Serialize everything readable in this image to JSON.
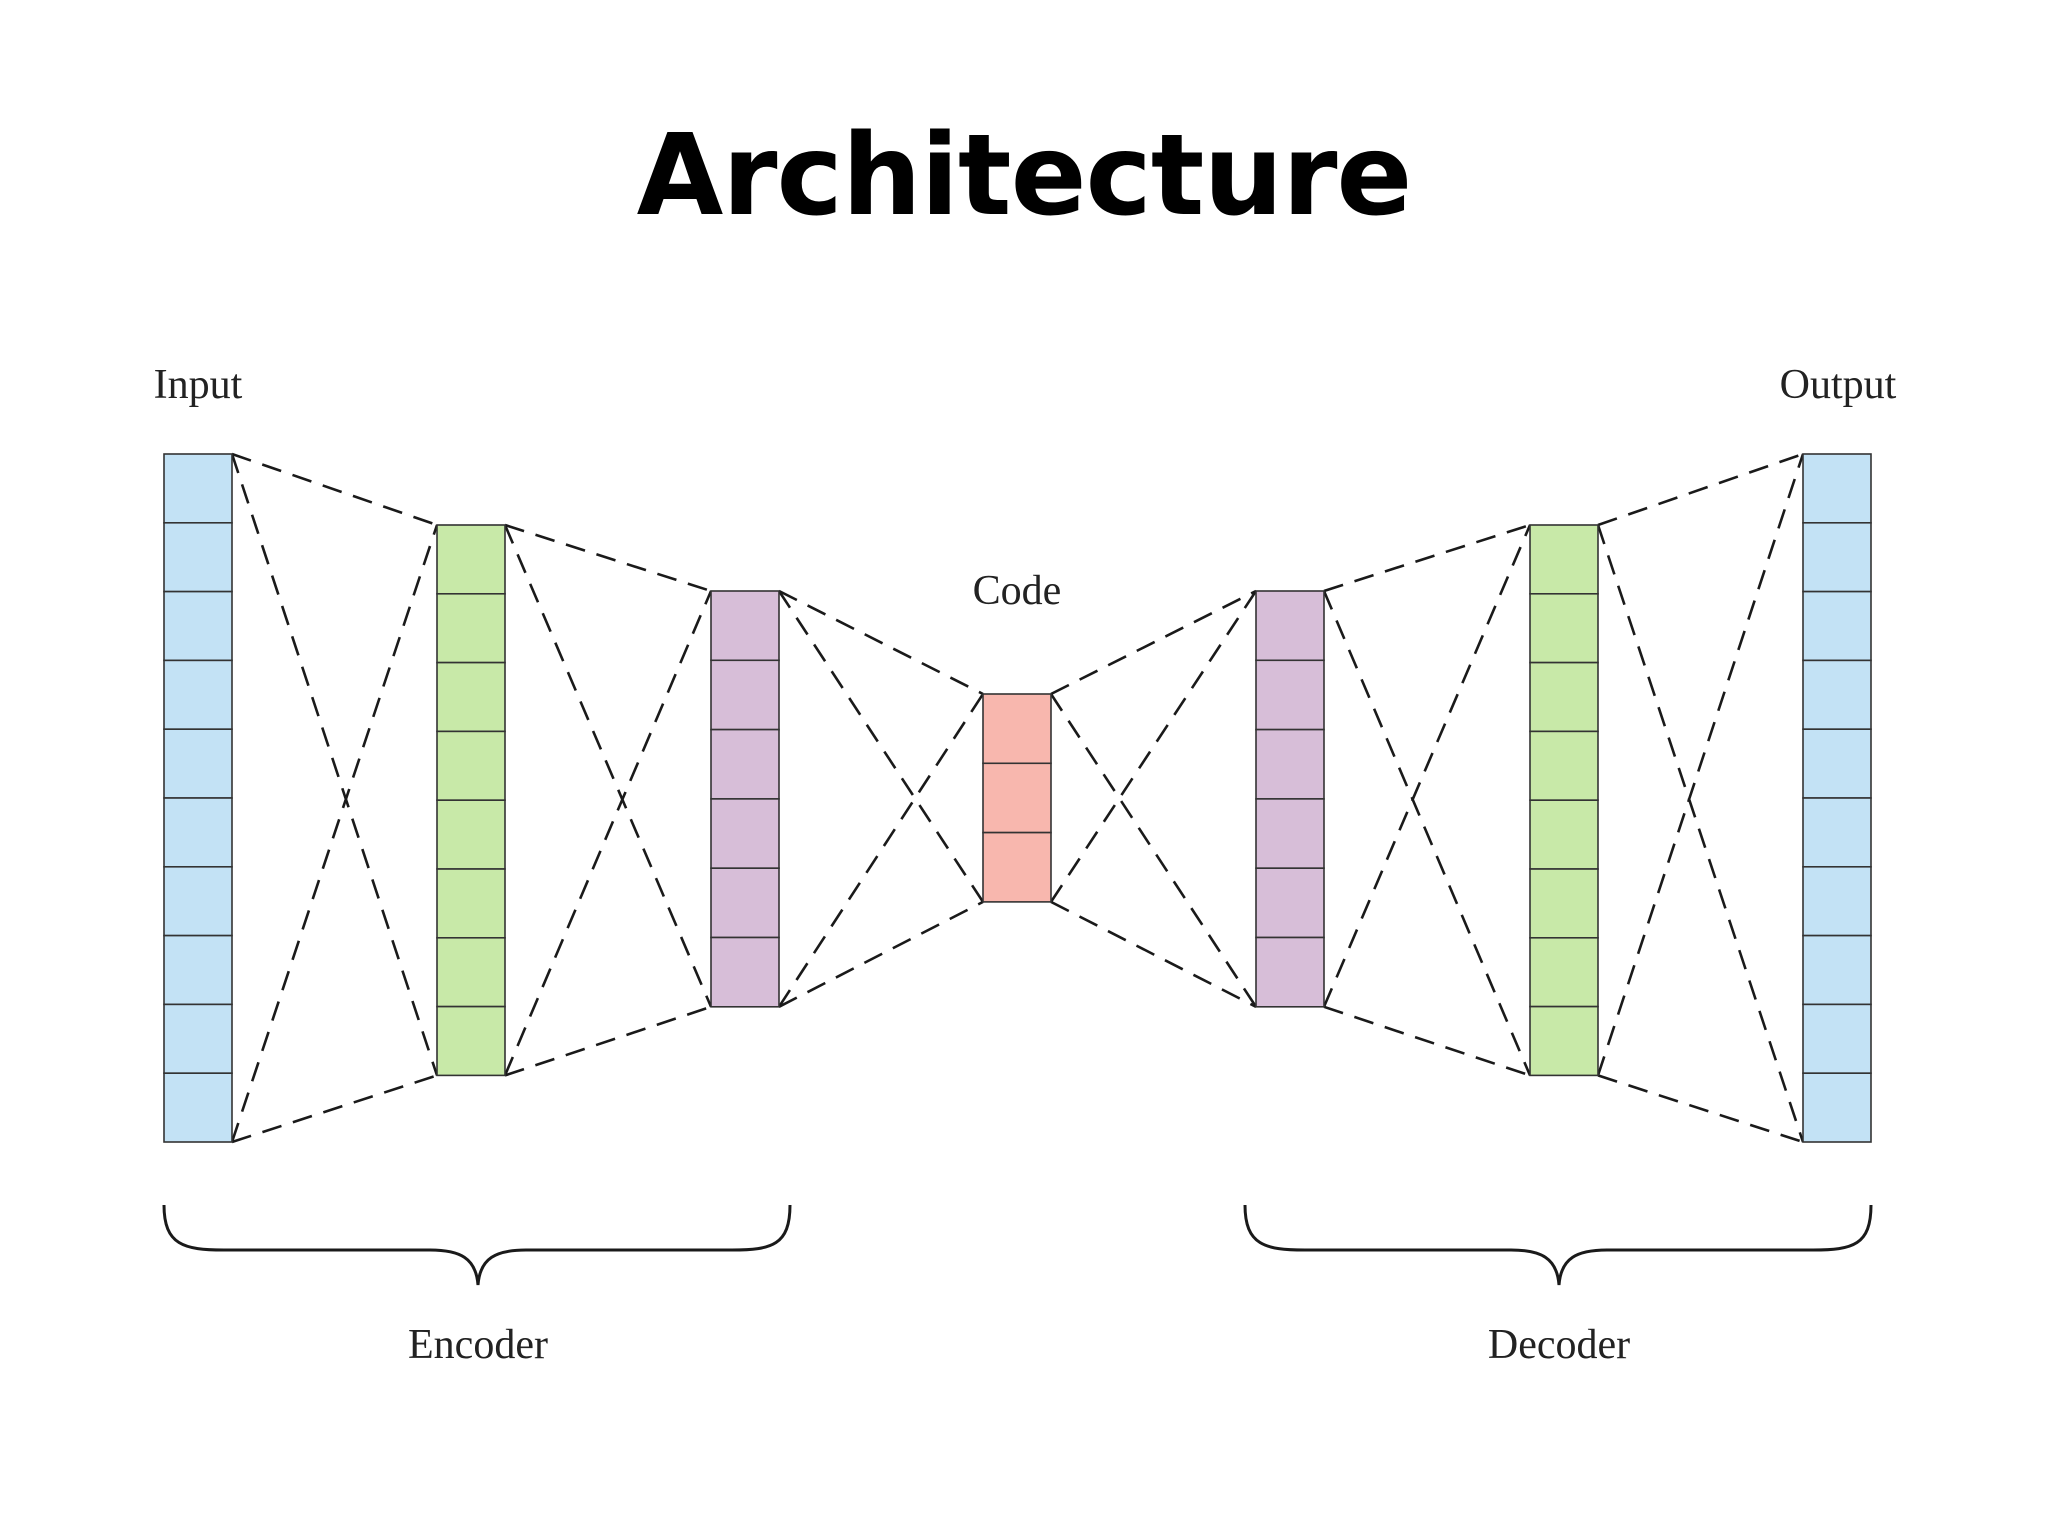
{
  "title": "Architecture",
  "labels": {
    "input": "Input",
    "output": "Output",
    "code": "Code",
    "encoder": "Encoder",
    "decoder": "Decoder"
  },
  "layers": [
    {
      "name": "input",
      "cells": 10,
      "color": "#c3e2f5"
    },
    {
      "name": "enc-1",
      "cells": 8,
      "color": "#c8e9a8"
    },
    {
      "name": "enc-2",
      "cells": 6,
      "color": "#d7bed8"
    },
    {
      "name": "code",
      "cells": 3,
      "color": "#f8b7ae"
    },
    {
      "name": "dec-1",
      "cells": 6,
      "color": "#d7bed8"
    },
    {
      "name": "dec-2",
      "cells": 8,
      "color": "#c8e9a8"
    },
    {
      "name": "output",
      "cells": 10,
      "color": "#c3e2f5"
    }
  ],
  "colors": {
    "cell_border": "#333333",
    "connection": "#1a1a1a"
  }
}
